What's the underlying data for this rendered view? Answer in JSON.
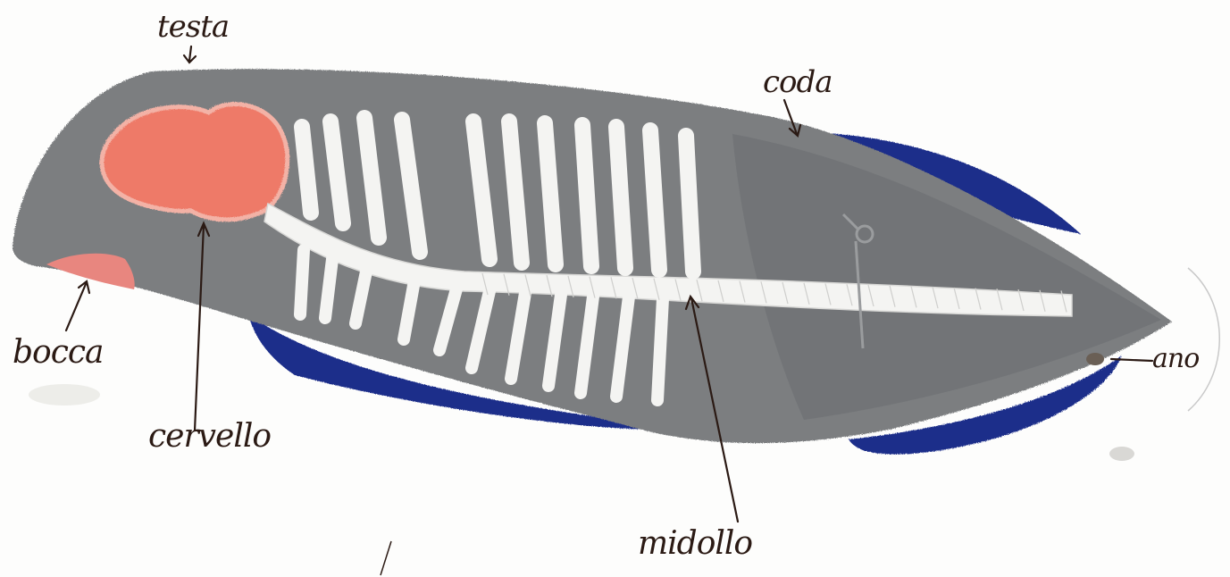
{
  "diagram": {
    "labels": {
      "testa": "testa",
      "coda": "coda",
      "bocca": "bocca",
      "cervello": "cervello",
      "midollo": "midollo",
      "ano": "ano"
    },
    "colors": {
      "paper": "#fdfdfc",
      "body": "#7b7e80",
      "body_dark": "#66696b",
      "fin": "#1f2f8a",
      "brain": "#ee7a68",
      "mouth": "#e8867f",
      "skeleton": "#f4f4f2",
      "ink": "#2b1a14"
    }
  }
}
